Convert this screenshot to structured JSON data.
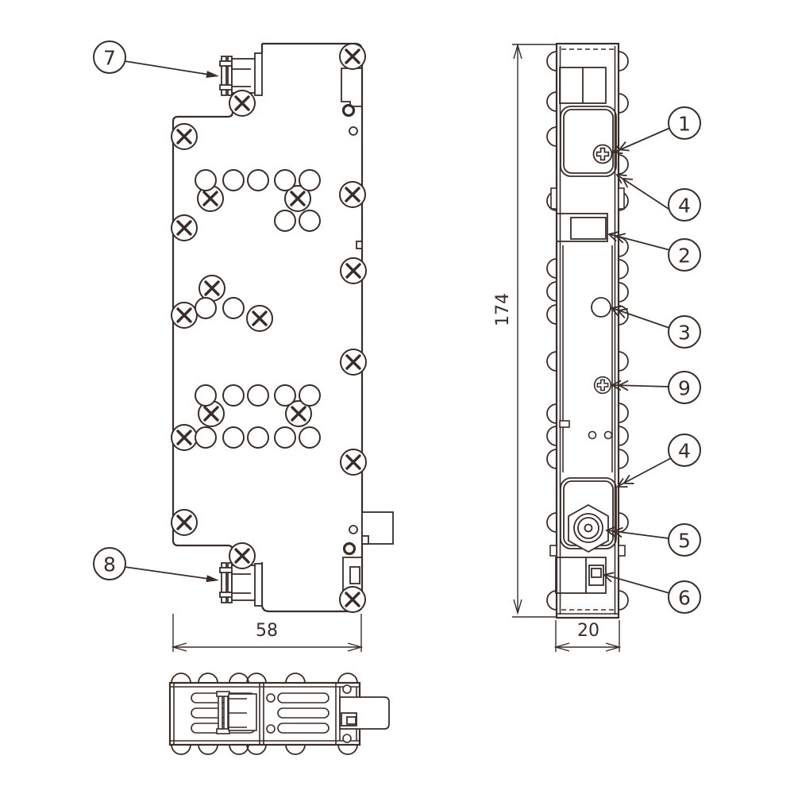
{
  "figure": {
    "type": "technical-drawing",
    "description": "Three-view mechanical drawing of a shielded electronic tuner module with part callouts",
    "views": [
      "front-view",
      "side-view",
      "bottom-view"
    ],
    "colors": {
      "line": "#382d28",
      "background": "#ffffff"
    }
  },
  "callouts": {
    "left": [
      {
        "id": "callout-7",
        "label": "7"
      },
      {
        "id": "callout-8",
        "label": "8"
      }
    ],
    "right": [
      {
        "id": "callout-1",
        "label": "1"
      },
      {
        "id": "callout-4-top",
        "label": "4"
      },
      {
        "id": "callout-2",
        "label": "2"
      },
      {
        "id": "callout-3",
        "label": "3"
      },
      {
        "id": "callout-9",
        "label": "9"
      },
      {
        "id": "callout-4-bottom",
        "label": "4"
      },
      {
        "id": "callout-5",
        "label": "5"
      },
      {
        "id": "callout-6",
        "label": "6"
      }
    ]
  },
  "dimensions": {
    "front_width": "58",
    "side_width": "20",
    "height": "174"
  }
}
